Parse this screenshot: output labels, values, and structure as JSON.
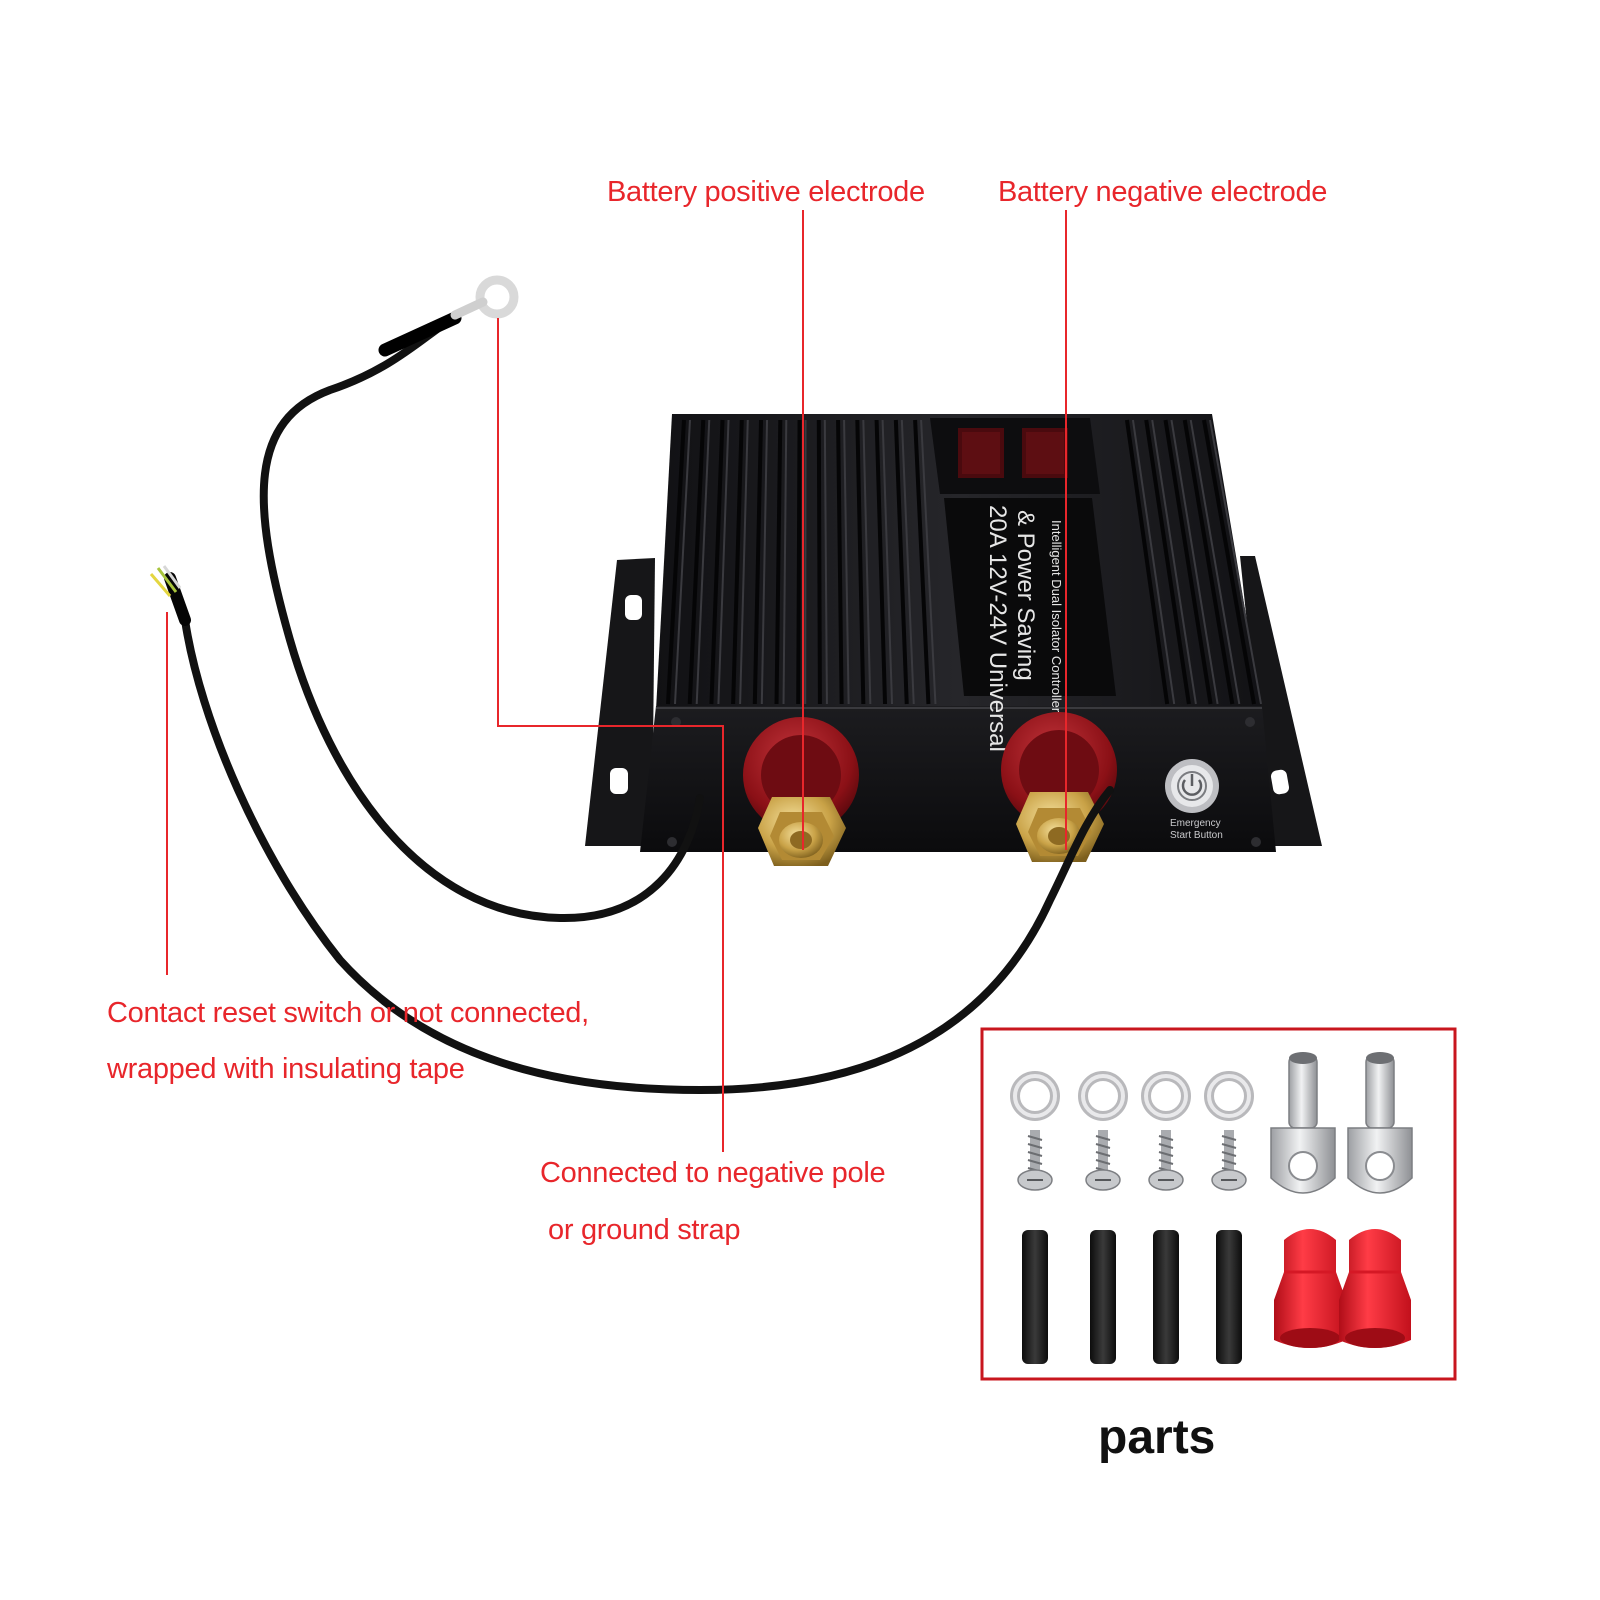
{
  "callouts": {
    "battery_positive": "Battery positive electrode",
    "battery_negative": "Battery negative electrode",
    "reset_line1": "Contact reset switch or not connected,",
    "reset_line2": "wrapped with insulating tape",
    "ground_line1": "Connected to negative pole",
    "ground_line2": "or ground strap"
  },
  "device": {
    "label_line1": "20A 12V-24V Universal",
    "label_line2": "& Power Saving",
    "label_line3": "Intelligent Dual Isolator Controller",
    "button_label_1": "Emergency",
    "button_label_2": "Start Button"
  },
  "parts": {
    "title": "parts",
    "washer_count": 4,
    "screw_count": 4,
    "lug_count": 2,
    "sleeve_count": 4,
    "cap_count": 2
  },
  "colors": {
    "callout_red": "#e8262b",
    "device_body": "#1a1a1c",
    "terminal_red": "#8b1016",
    "brass": "#c9a247",
    "cap_red": "#ec1c2a"
  }
}
